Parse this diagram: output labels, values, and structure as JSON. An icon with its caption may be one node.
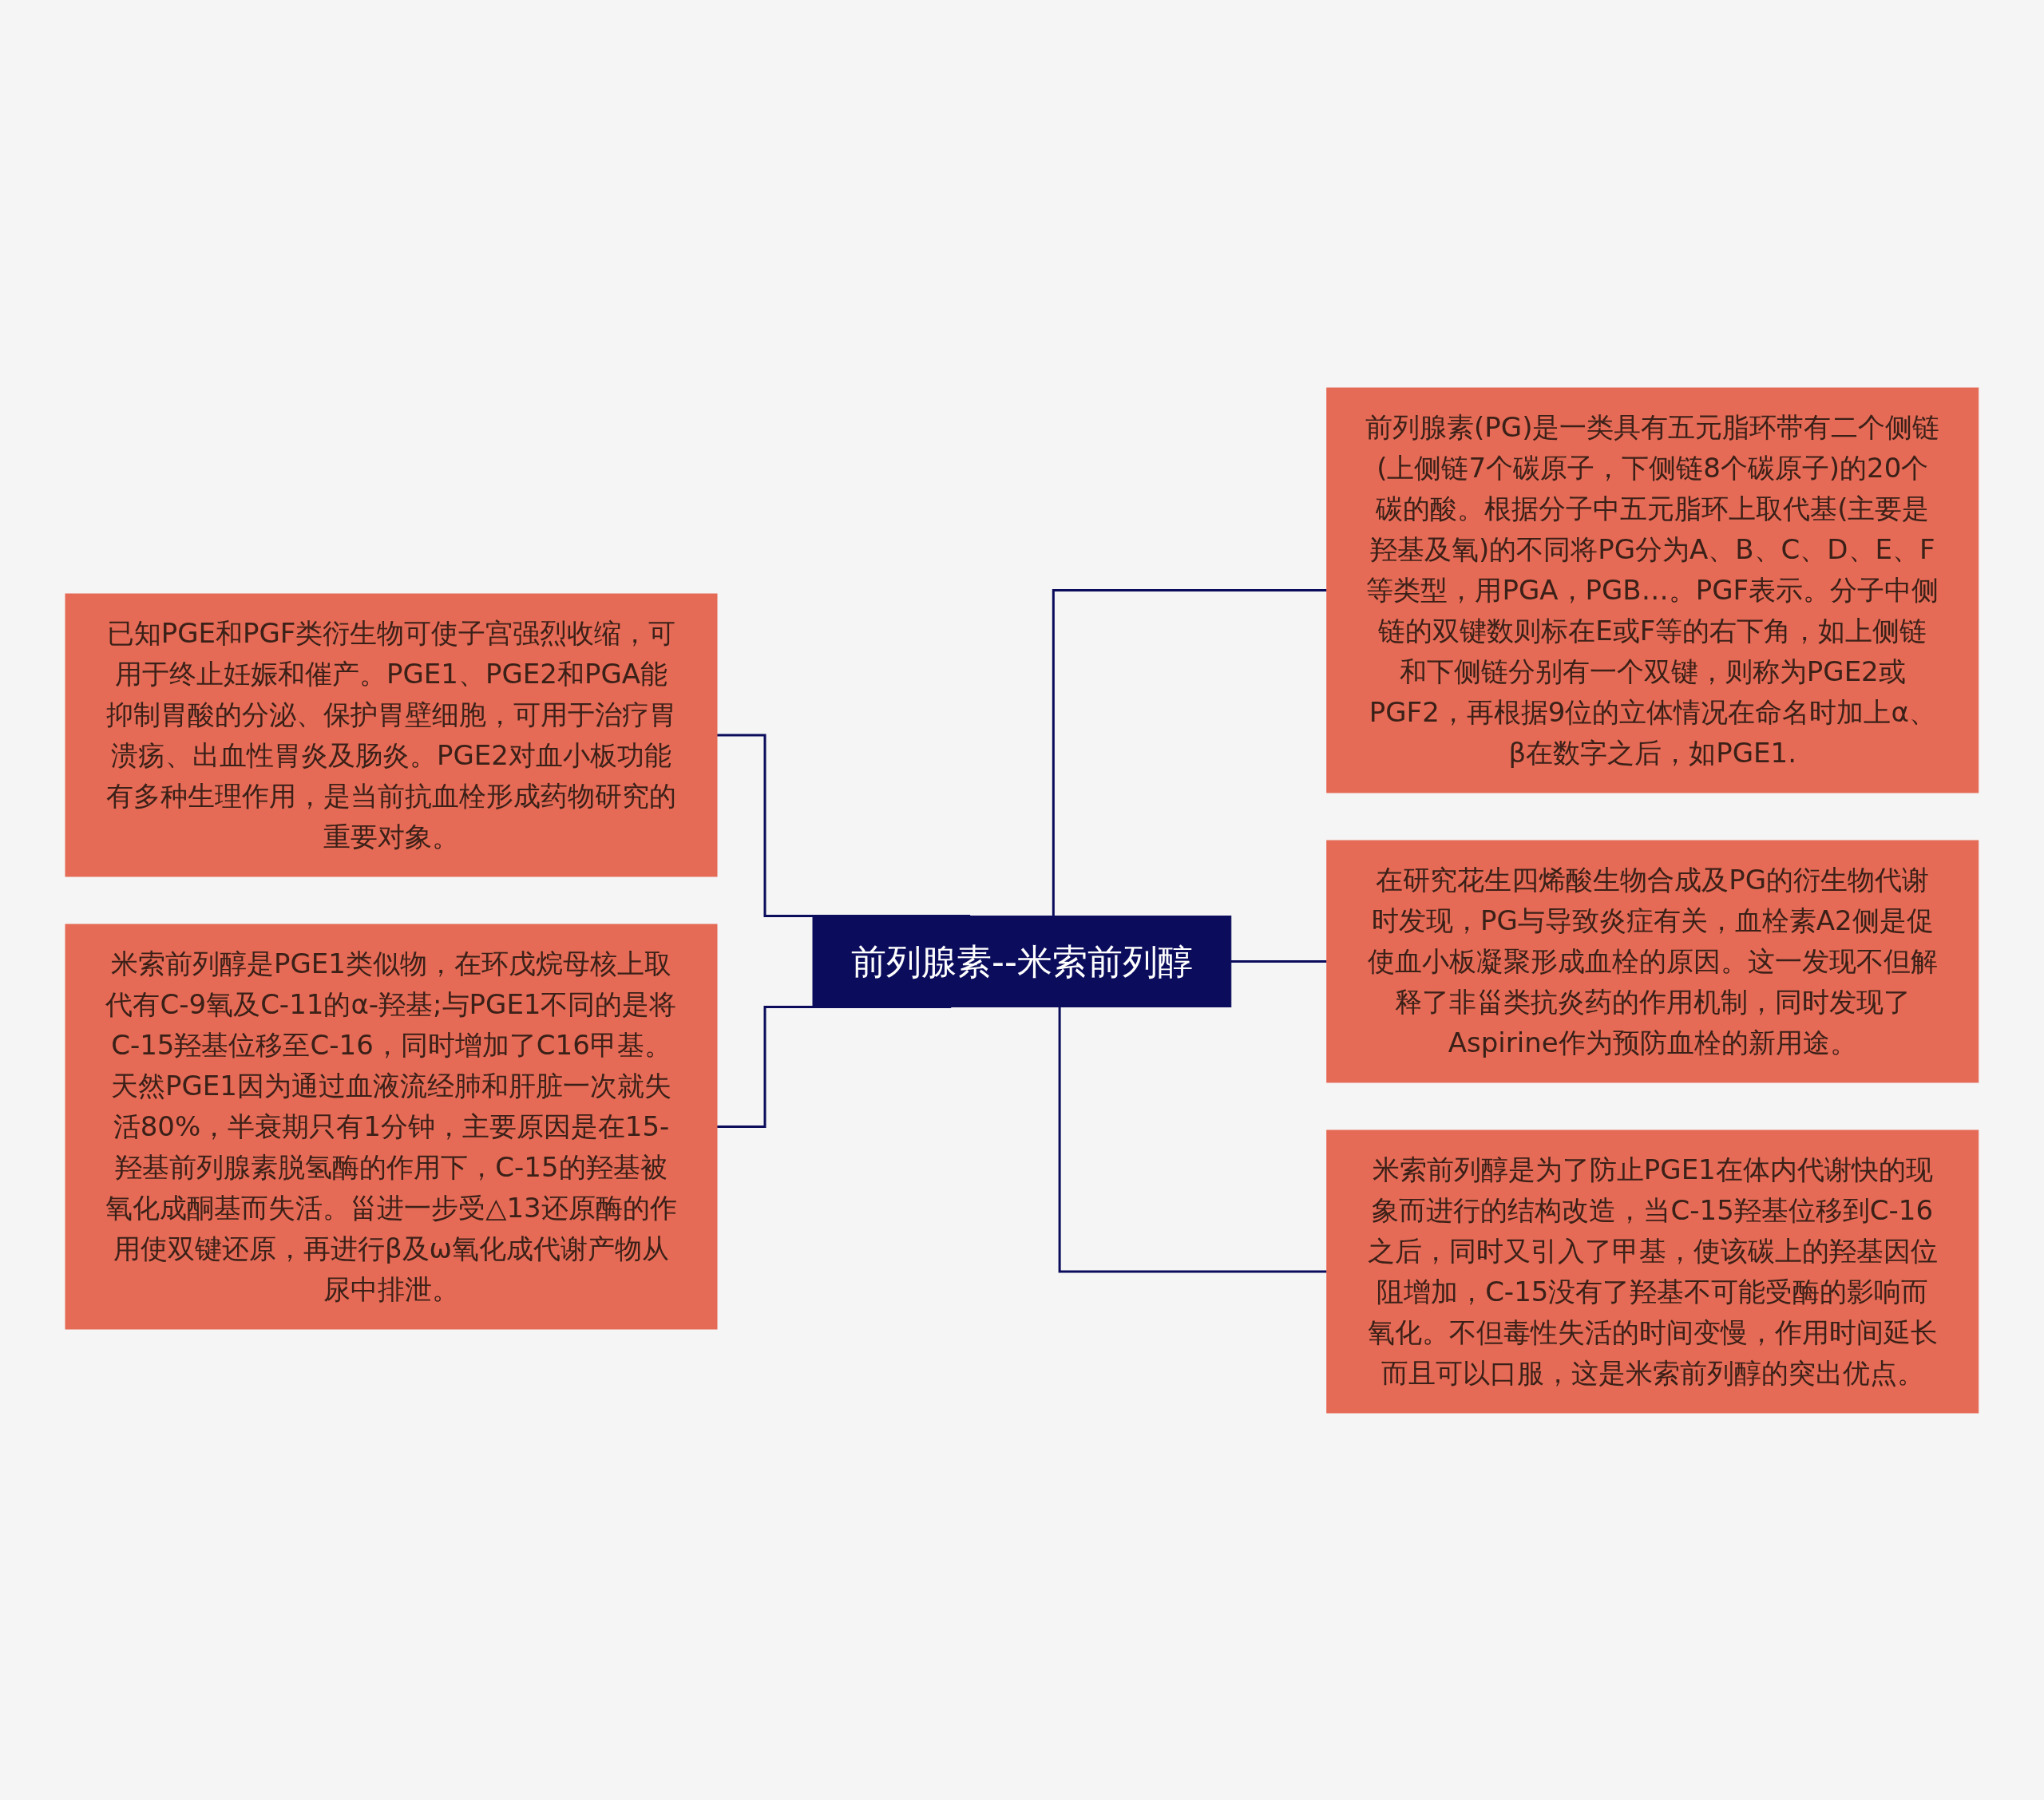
{
  "diagram": {
    "nodes": [
      {
        "text": [
          "前列腺素--米索前列醇"
        ]
      },
      {
        "text": [
          "已知PGE和PGF类衍生物可使子宫强烈收缩，可用于终止妊娠和催产。PGE1、PGE2和PGA能抑制胃酸的分泌、保护胃壁细胞，可用于治疗胃溃疡、出血性胃炎及肠炎。PGE2对血小板功能有多种生理作用，是当前抗血栓形成药物研究的重要对象。"
        ]
      },
      {
        "text": [
          "米索前列醇是PGE1类似物，在环戊烷母核上取代有C-9氧及C-11的α-羟基;与PGE1不同的是将C-15羟基位移至C-16，同时增加了C16甲基。天然PGE1因为通过血液流经肺和肝脏一次就失活80%，半衰期只有1分钟，主要原因是在15-羟基前列腺素脱氢酶的作用下，C-15的羟基被氧化成酮基而失活。甾进一步受△13还原酶的作用使双键还原，再进行β及ω氧化成代谢产物从尿中排泄。"
        ]
      },
      {
        "text": [
          "前列腺素(PG)是一类具有五元脂环带有二个侧链(上侧链7个碳原子，下侧链8个碳原子)的20个碳的酸。根据分子中五元脂环上取代基(主要是羟基及氧)的不同将PG分为A、B、C、D、E、F等类型，用PGA，PGB…。PGF表示。分子中侧链的双键数则标在E或F等的右下角，如上侧链和下侧链分别有一个双键，则称为PGE2或PGF2，再根据9位的立体情况在命名时加上α、β在数字之后，如PGE1."
        ]
      },
      {
        "text": [
          "在研究花生四烯酸生物合成及PG的衍生物代谢时发现，PG与导致炎症有关，血栓素A2侧是促使血小板凝聚形成血栓的原因。这一发现不但解释了非甾类抗炎药的作用机制，同时发现了Aspirine作为预防血栓的新用途。"
        ]
      },
      {
        "text": [
          "米索前列醇是为了防止PGE1在体内代谢快的现象而进行的结构改造，当C-15羟基位移到C-16之后，同时又引入了甲基，使该碳上的羟基因位阻增加，C-15没有了羟基不可能受酶的影响而氧化。不但毒性失活的时间变慢，作用时间延长而且可以口服，这是米索前列醇的突出优点。"
        ]
      }
    ],
    "edges": [
      {
        "from": 0,
        "to": 1,
        "arrow": "none"
      },
      {
        "from": 0,
        "to": 2,
        "arrow": "none"
      },
      {
        "from": 0,
        "to": 3,
        "arrow": "none"
      },
      {
        "from": 0,
        "to": 4,
        "arrow": "none"
      },
      {
        "from": 0,
        "to": 5,
        "arrow": "none"
      }
    ]
  }
}
